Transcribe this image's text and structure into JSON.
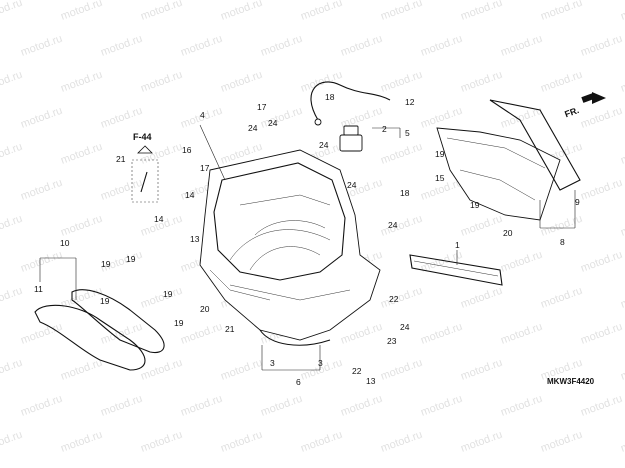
{
  "diagram": {
    "watermark": "motod.ru",
    "ref_label": "F-44",
    "direction_label": "FR.",
    "drawing_code": "MKW3F4420",
    "callouts": [
      "1",
      "2",
      "3",
      "3",
      "4",
      "5",
      "6",
      "8",
      "9",
      "10",
      "11",
      "12",
      "13",
      "13",
      "14",
      "14",
      "15",
      "16",
      "17",
      "17",
      "18",
      "18",
      "19",
      "19",
      "19",
      "19",
      "19",
      "19",
      "19",
      "20",
      "20",
      "21",
      "21",
      "22",
      "22",
      "23",
      "24",
      "24",
      "24",
      "24",
      "24",
      "24"
    ]
  }
}
